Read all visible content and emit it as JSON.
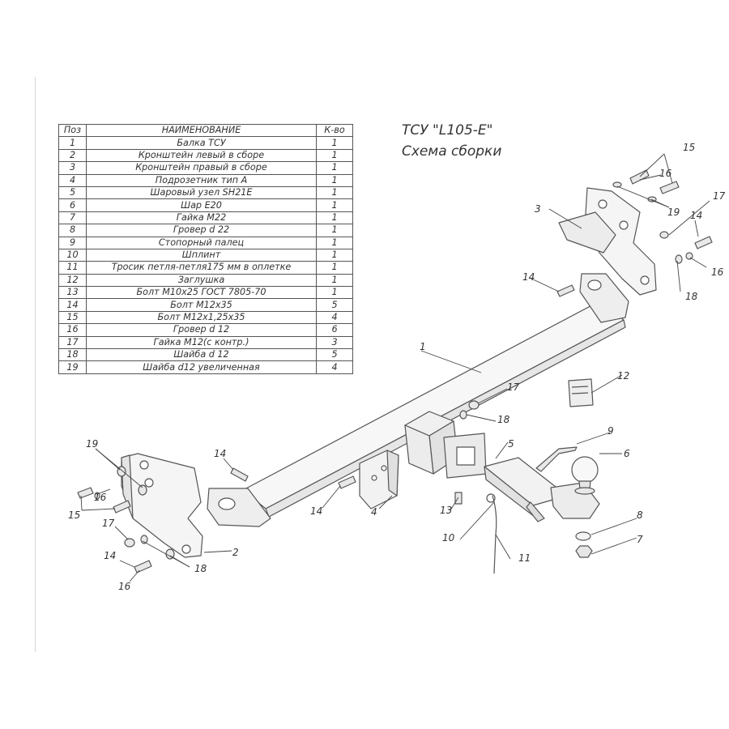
{
  "title": {
    "line1": "ТСУ \"L105-E\"",
    "line2": "Схема сборки"
  },
  "table": {
    "headers": [
      "Поз",
      "НАИМЕНОВАНИЕ",
      "К-во"
    ],
    "rows": [
      [
        "1",
        "Балка ТСУ",
        "1"
      ],
      [
        "2",
        "Кронштейн левый в сборе",
        "1"
      ],
      [
        "3",
        "Кронштейн правый в сборе",
        "1"
      ],
      [
        "4",
        "Подрозетник тип А",
        "1"
      ],
      [
        "5",
        "Шаровый узел SH21E",
        "1"
      ],
      [
        "6",
        "Шар E20",
        "1"
      ],
      [
        "7",
        "Гайка М22",
        "1"
      ],
      [
        "8",
        "Гровер d 22",
        "1"
      ],
      [
        "9",
        "Стопорный палец",
        "1"
      ],
      [
        "10",
        "Шплинт",
        "1"
      ],
      [
        "11",
        "Тросик петля-петля175 мм в оплетке",
        "1"
      ],
      [
        "12",
        "Заглушка",
        "1"
      ],
      [
        "13",
        "Болт М10х25 ГОСТ 7805-70",
        "1"
      ],
      [
        "14",
        "Болт М12х35",
        "5"
      ],
      [
        "15",
        "Болт М12х1,25х35",
        "4"
      ],
      [
        "16",
        "Гровер d 12",
        "6"
      ],
      [
        "17",
        "Гайка М12(с контр.)",
        "3"
      ],
      [
        "18",
        "Шайба d 12",
        "5"
      ],
      [
        "19",
        "Шайба d12 увеличенная",
        "4"
      ]
    ]
  },
  "callouts": {
    "c1": "1",
    "c2": "2",
    "c3": "3",
    "c4": "4",
    "c5": "5",
    "c6": "6",
    "c7": "7",
    "c8": "8",
    "c9": "9",
    "c10": "10",
    "c11": "11",
    "c12": "12",
    "c13": "13",
    "c14a": "14",
    "c14b": "14",
    "c14c": "14",
    "c14d": "14",
    "c14e": "14",
    "c15a": "15",
    "c15b": "15",
    "c16a": "16",
    "c16b": "16",
    "c16c": "16",
    "c16d": "16",
    "c17a": "17",
    "c17b": "17",
    "c17c": "17",
    "c18a": "18",
    "c18b": "18",
    "c18c": "18",
    "c19a": "19",
    "c19b": "19"
  }
}
